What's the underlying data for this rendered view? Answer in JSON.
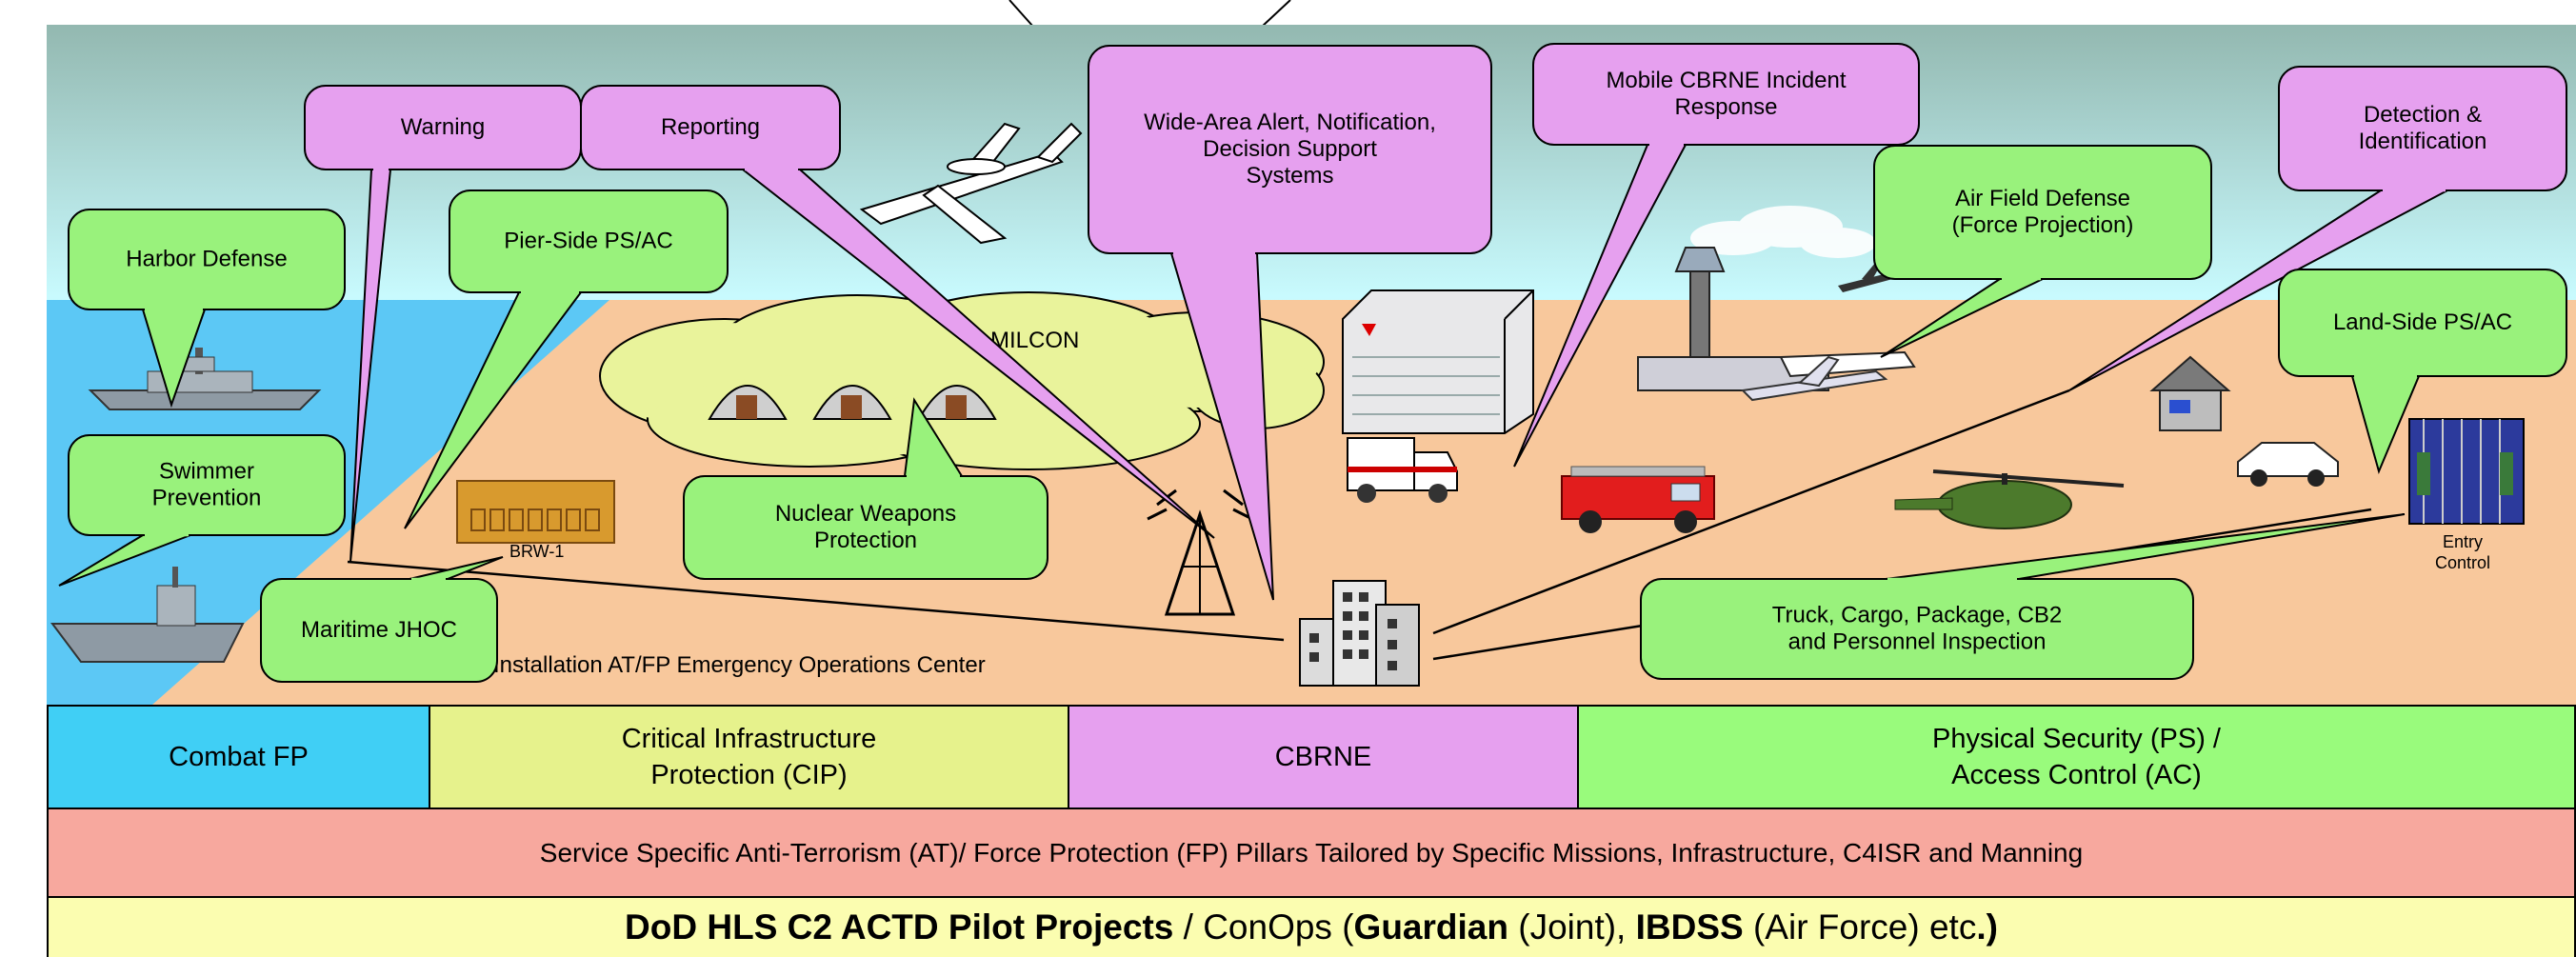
{
  "scene": {
    "callouts": [
      {
        "id": "harbor-defense",
        "lines": [
          "Harbor Defense"
        ],
        "kind": "green"
      },
      {
        "id": "pier-side",
        "lines": [
          "Pier-Side PS/AC"
        ],
        "kind": "green"
      },
      {
        "id": "warning",
        "lines": [
          "Warning"
        ],
        "kind": "violet"
      },
      {
        "id": "reporting",
        "lines": [
          "Reporting"
        ],
        "kind": "violet"
      },
      {
        "id": "wide-area",
        "lines": [
          "Wide-Area Alert, Notification,",
          "Decision Support",
          "Systems"
        ],
        "kind": "violet"
      },
      {
        "id": "mobile-cbrne",
        "lines": [
          "Mobile CBRNE Incident",
          "Response"
        ],
        "kind": "violet"
      },
      {
        "id": "detection",
        "lines": [
          "Detection &",
          "Identification"
        ],
        "kind": "violet"
      },
      {
        "id": "airfield",
        "lines": [
          "Air Field   Defense",
          "(Force Projection)"
        ],
        "kind": "green"
      },
      {
        "id": "land-side",
        "lines": [
          "Land-Side PS/AC"
        ],
        "kind": "green"
      },
      {
        "id": "swimmer",
        "lines": [
          "Swimmer",
          "Prevention"
        ],
        "kind": "green"
      },
      {
        "id": "nuclear",
        "lines": [
          "Nuclear Weapons",
          "Protection"
        ],
        "kind": "green"
      },
      {
        "id": "maritime",
        "lines": [
          "Maritime JHOC"
        ],
        "kind": "green"
      },
      {
        "id": "truck",
        "lines": [
          "Truck, Cargo, Package, CB2",
          "and Personnel Inspection"
        ],
        "kind": "green"
      }
    ],
    "milcon_label": "MILCON",
    "eoc_label": "Installation AT/FP Emergency Operations Center",
    "entry_control_label": [
      "Entry",
      "Control"
    ],
    "small_building_label": "BRW-1"
  },
  "pillars": [
    {
      "label": "Combat FP",
      "color": "#40cff5"
    },
    {
      "label": "Critical Infrastructure\nProtection (CIP)",
      "color": "#e6f28c"
    },
    {
      "label": "CBRNE",
      "color": "#e6a0ef"
    },
    {
      "label": "Physical Security (PS) /\nAccess Control (AC)",
      "color": "#99fb7c"
    }
  ],
  "service_band": {
    "text": "Service Specific Anti-Terrorism (AT)/ Force Protection (FP) Pillars Tailored by Specific Missions, Infrastructure, C4ISR and Manning",
    "color": "#f7a89e"
  },
  "bottom_band": {
    "part1_bold": "DoD HLS C2 ACTD Pilot Projects",
    "part2": " / ConOps (",
    "part3_bold": "Guardian",
    "part4": " (Joint), ",
    "part5_bold": "IBDSS",
    "part6": " (Air Force) etc",
    "part7_bold": ".)",
    "color": "#fbfdb0"
  },
  "colors": {
    "sky_top": "#93b8b0",
    "sky_bottom": "#c9fbff",
    "ground": "#f8c89c",
    "sea": "#5cc8f5",
    "green_callout": "#99f27c",
    "violet_callout": "#e6a0ef",
    "cloud": "#e9f39b"
  }
}
